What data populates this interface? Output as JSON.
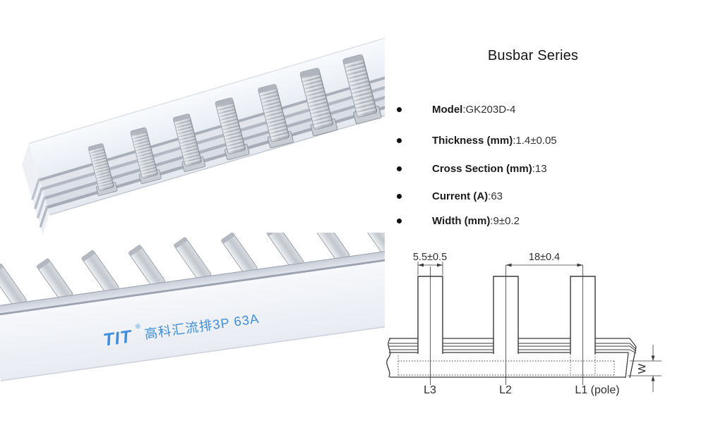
{
  "header": {
    "title": "Busbar Series"
  },
  "specs": {
    "sep": ":",
    "items": [
      {
        "label": "Model",
        "value": "GK203D-4"
      },
      {
        "label": "Thickness (mm)",
        "value": "1.4±0.05"
      },
      {
        "label": "Cross Section (mm)",
        "value": "13"
      },
      {
        "label": "Current (A)",
        "value": "63"
      },
      {
        "label": "Width (mm)",
        "value": "9±0.2"
      }
    ]
  },
  "photos": {
    "top": {
      "pin_count": 7
    },
    "bottom": {
      "pin_count": 8,
      "brand": "TIT",
      "registered": "®",
      "print_text": "高科汇流排3P 63A"
    }
  },
  "diagram": {
    "dim_pin_width": "5.5±0.5",
    "dim_pitch": "18±0.4",
    "width_label": "W",
    "phase_labels": [
      "L3",
      "L2",
      "L1 (pole)"
    ]
  },
  "colors": {
    "brand_blue": "#3e8fdf",
    "diagram_line": "#3a3a3a"
  }
}
